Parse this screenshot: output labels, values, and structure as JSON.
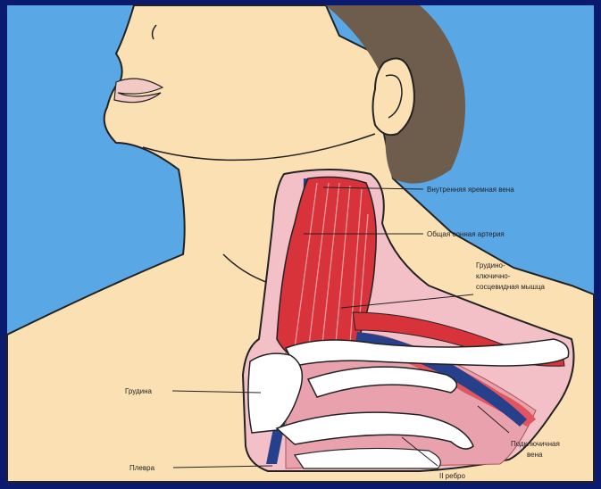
{
  "labels": {
    "internal_jugular_vein": "Внутренняя яремная вена",
    "common_carotid_artery": "Общая сонная артерия",
    "sternocleidomastoid_1": "Грудино-",
    "sternocleidomastoid_2": "ключично-",
    "sternocleidomastoid_3": "сосцевидная мышца",
    "sternum": "Грудина",
    "pleura": "Плевра",
    "subclavian_1": "Подключичная",
    "subclavian_2": "вена",
    "rib": "II ребро"
  },
  "colors": {
    "frame": "#0a1a6e",
    "background": "#5aa7e6",
    "skin": "#fbe0b4",
    "hair": "#6e5c4c",
    "muscle": "#d8323a",
    "vein": "#27408b",
    "bone": "#ffffff",
    "pleura": "#e9a2ad"
  }
}
